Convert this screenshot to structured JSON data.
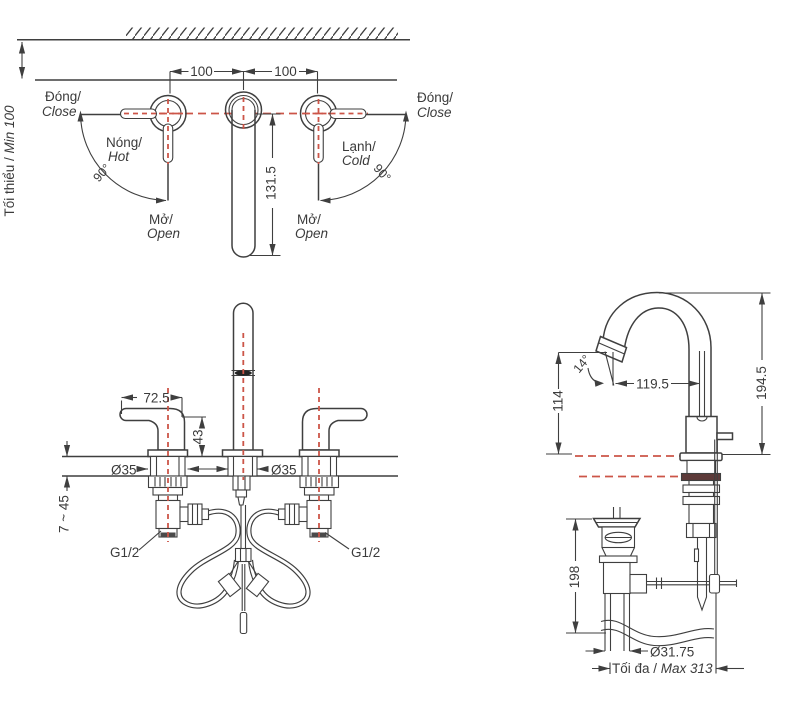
{
  "drawing": {
    "plan_view": {
      "min_clearance_vi": "Tối thiểu / ",
      "min_clearance_en": "Min 100",
      "handle_spacing_left": "100",
      "handle_spacing_right": "100",
      "spout_length": "131.5",
      "left_handle": {
        "close_vi": "Đóng/",
        "close_en": "Close",
        "temp_vi": "Nóng/",
        "temp_en": "Hot",
        "open_vi": "Mở/",
        "open_en": "Open",
        "swing_angle": "90°"
      },
      "right_handle": {
        "close_vi": "Đóng/",
        "close_en": "Close",
        "temp_vi": "Lạnh/",
        "temp_en": "Cold",
        "open_vi": "Mở/",
        "open_en": "Open",
        "swing_angle": "90°"
      }
    },
    "front_view": {
      "handle_length": "72.5",
      "handle_height": "43",
      "base_dia_left": "Ø35",
      "base_dia_right": "Ø35",
      "deck_thickness_range": "7 ~ 45",
      "thread_left": "G1/2",
      "thread_right": "G1/2"
    },
    "side_view": {
      "spout_angle": "14°",
      "spout_reach": "119.5",
      "total_height": "194.5",
      "outlet_height": "114",
      "drain_height": "198",
      "drain_dia": "Ø31.75",
      "max_reach_vi": "Tối đa / ",
      "max_reach_en": "Max 313"
    },
    "colors": {
      "line": "#3f3f3f",
      "centerline_red": "#cc5548",
      "gasket_red": "#5d3a39"
    }
  }
}
